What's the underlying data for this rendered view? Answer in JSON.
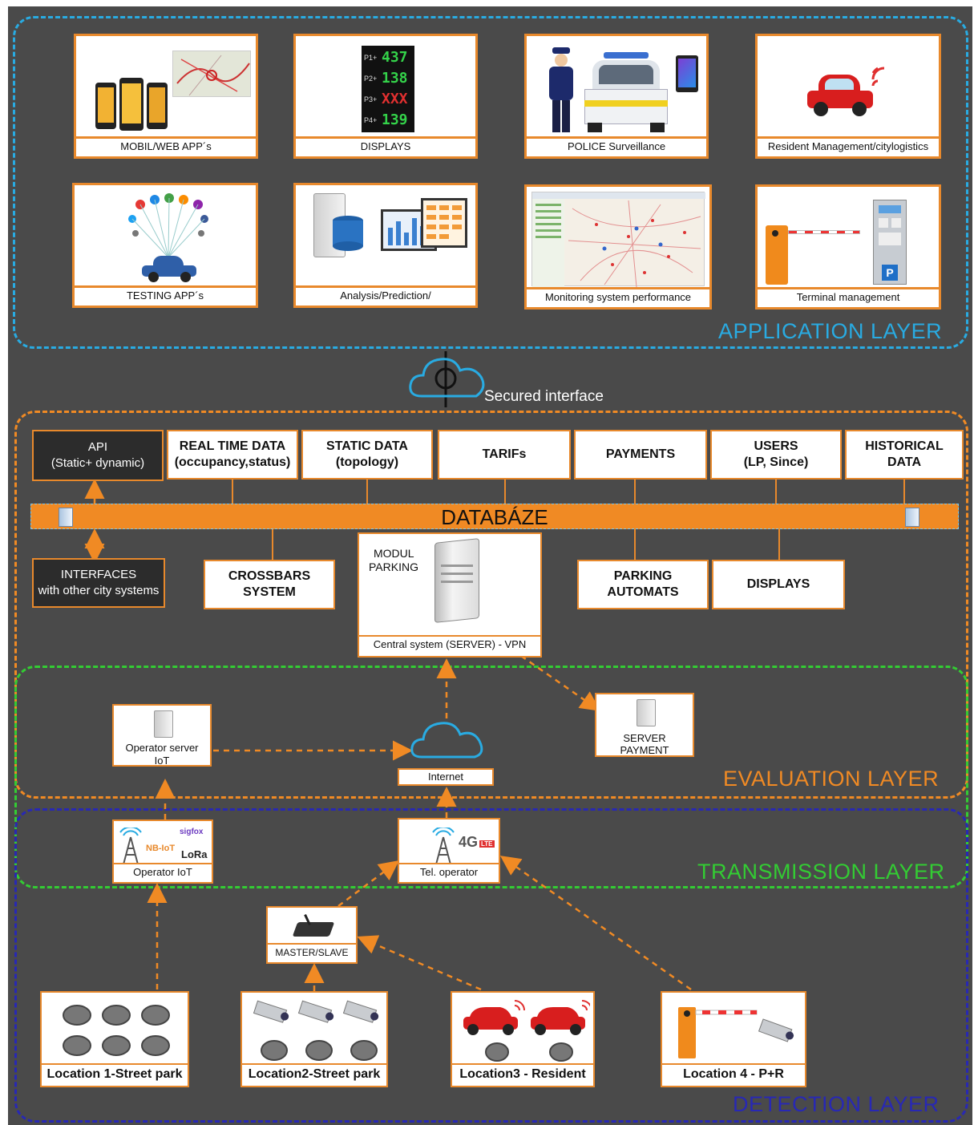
{
  "layers": {
    "application": "APPLICATION LAYER",
    "evaluation": "EVALUATION LAYER",
    "transmission": "TRANSMISSION LAYER",
    "detection": "DETECTION LAYER"
  },
  "apps": [
    "MOBIL/WEB APP´s",
    "DISPLAYS",
    "POLICE Surveillance",
    "Resident Management/citylogistics",
    "TESTING APP´s",
    "Analysis/Prediction/",
    "Monitoring system performance",
    "Terminal management"
  ],
  "display_values": [
    {
      "label": "P1+",
      "value": "437"
    },
    {
      "label": "P2+",
      "value": "138"
    },
    {
      "label": "P3+",
      "value": "XXX"
    },
    {
      "label": "P4+",
      "value": "139"
    }
  ],
  "secured_interface": "Secured interface",
  "api": {
    "line1": "API",
    "line2": "(Static+ dynamic)"
  },
  "headers": [
    {
      "line1": "REAL TIME DATA",
      "line2": "(occupancy,status)"
    },
    {
      "line1": "STATIC DATA",
      "line2": "(topology)"
    },
    {
      "line1": "TARIFs",
      "line2": ""
    },
    {
      "line1": "PAYMENTS",
      "line2": ""
    },
    {
      "line1": "USERS",
      "line2": "(LP, Since)"
    },
    {
      "line1": "HISTORICAL",
      "line2": "DATA"
    }
  ],
  "database": "DATABÁZE",
  "interfaces": {
    "line1": "INTERFACES",
    "line2": "with other city systems"
  },
  "crossbars": {
    "line1": "CROSSBARS",
    "line2": "SYSTEM"
  },
  "modul": {
    "line1": "MODUL",
    "line2": "PARKING",
    "caption": "Central system (SERVER) - VPN"
  },
  "parking_automats": {
    "line1": "PARKING",
    "line2": "AUTOMATS"
  },
  "displays_box": "DISPLAYS",
  "operator_server": {
    "line1": "Operator server",
    "line2": "IoT"
  },
  "server_payment": {
    "line1": "SERVER",
    "line2": "PAYMENT"
  },
  "internet": "Internet",
  "operator_iot": {
    "caption": "Operator IoT",
    "nbiot": "NB-IoT",
    "sigfox": "sigfox",
    "lora": "LoRa"
  },
  "tel_operator": {
    "caption": "Tel. operator",
    "badge": "4G",
    "lte": "LTE"
  },
  "master_slave": "MASTER/SLAVE",
  "locations": [
    "Location 1-Street park",
    "Location2-Street park",
    "Location3 - Resident",
    "Location 4 - P+R"
  ],
  "colors": {
    "background": "#4a4a4a",
    "application": "#29abe2",
    "evaluation": "#f08a24",
    "transmission": "#33cc33",
    "detection": "#2828b4",
    "accent": "#f08a24"
  }
}
